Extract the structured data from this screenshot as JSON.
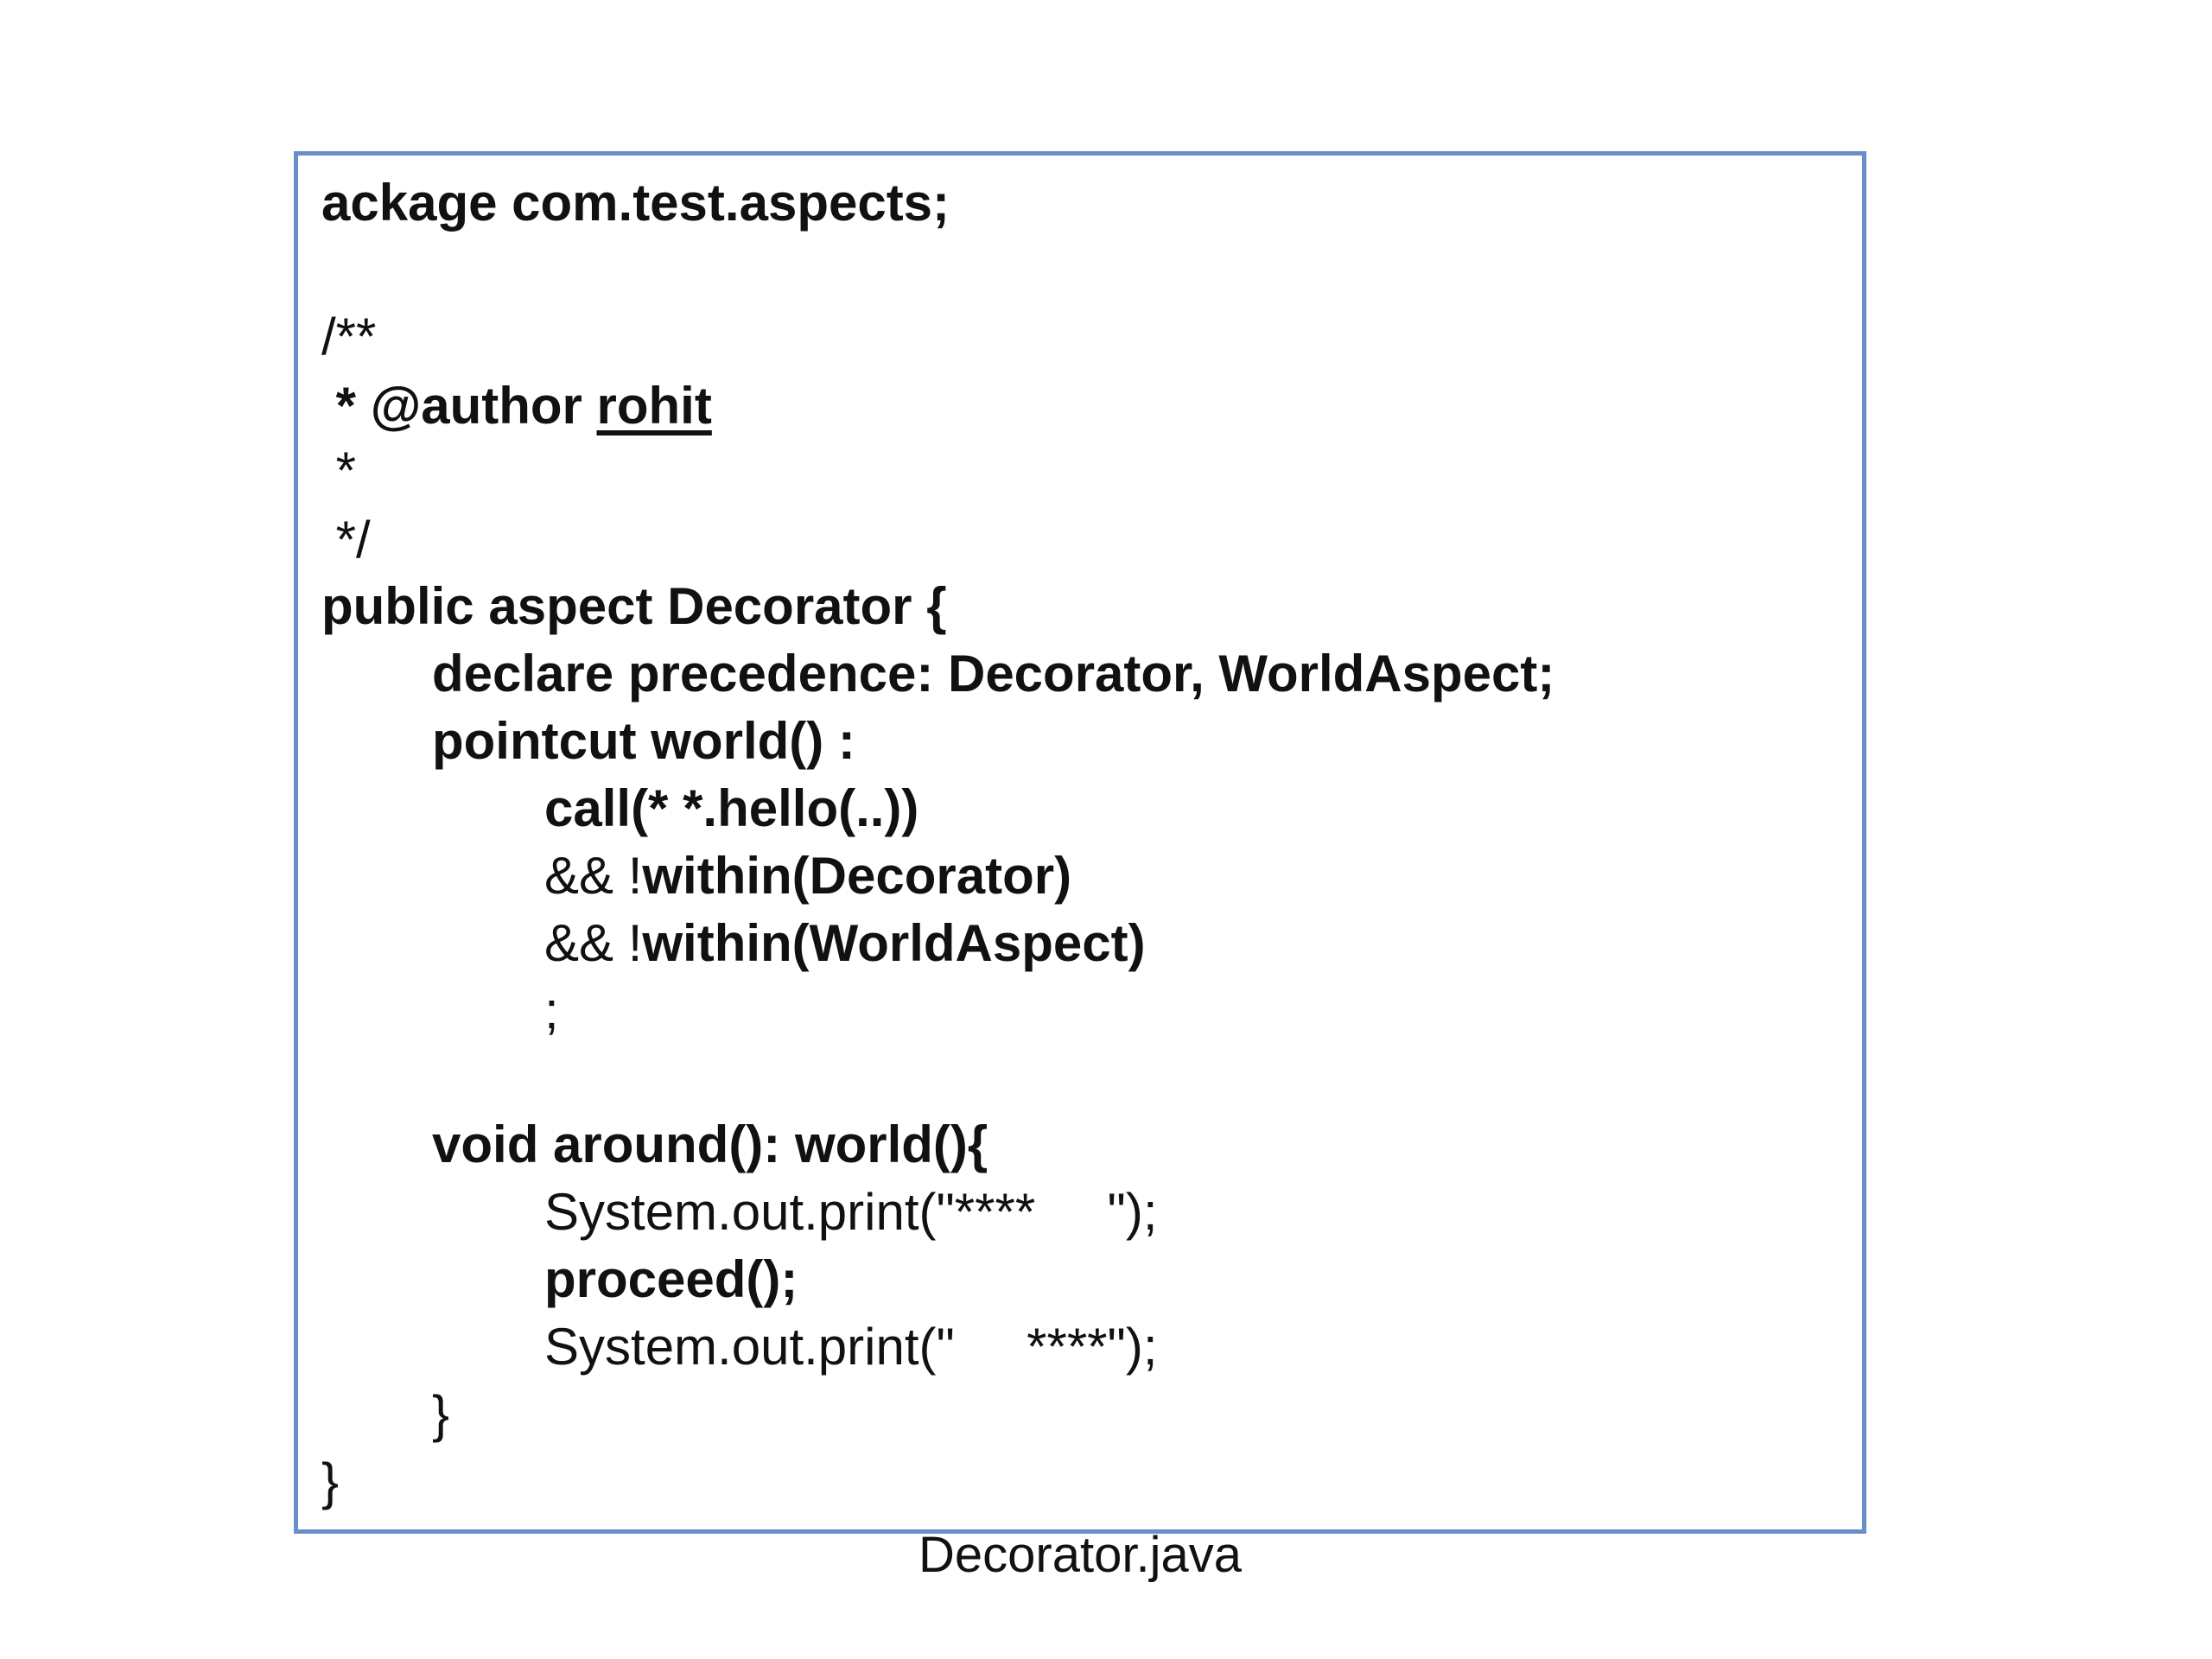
{
  "code": {
    "line_package": "ackage com.test.aspects;",
    "line_comment_open": "/**",
    "line_author_prefix": " * @author ",
    "line_author_name": "rohit",
    "line_star": " *",
    "line_comment_close": " */",
    "line_aspect_decl": "public aspect Decorator {",
    "line_precedence": "declare precedence: Decorator, WorldAspect;",
    "line_pointcut": "pointcut world() :",
    "line_call": "call(* *.hello(..))",
    "line_within1_op": "&& !",
    "line_within1_expr": "within(Decorator)",
    "line_within2_op": "&& !",
    "line_within2_expr": "within(WorldAspect)",
    "line_semicolon": ";",
    "line_around": "void around(): world(){",
    "line_print1": "System.out.print(\"****     \");",
    "line_proceed": "proceed();",
    "line_print2": "System.out.print(\"     ****\");",
    "line_close_inner": "}",
    "line_close_outer": "}"
  },
  "caption": "Decorator.java"
}
